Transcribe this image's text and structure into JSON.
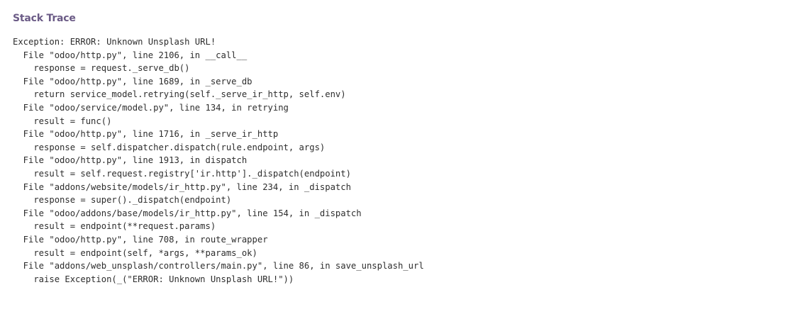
{
  "section": {
    "title": "Stack Trace"
  },
  "trace": {
    "lines": [
      "Exception: ERROR: Unknown Unsplash URL!",
      "  File \"odoo/http.py\", line 2106, in __call__",
      "    response = request._serve_db()",
      "  File \"odoo/http.py\", line 1689, in _serve_db",
      "    return service_model.retrying(self._serve_ir_http, self.env)",
      "  File \"odoo/service/model.py\", line 134, in retrying",
      "    result = func()",
      "  File \"odoo/http.py\", line 1716, in _serve_ir_http",
      "    response = self.dispatcher.dispatch(rule.endpoint, args)",
      "  File \"odoo/http.py\", line 1913, in dispatch",
      "    result = self.request.registry['ir.http']._dispatch(endpoint)",
      "  File \"addons/website/models/ir_http.py\", line 234, in _dispatch",
      "    response = super()._dispatch(endpoint)",
      "  File \"odoo/addons/base/models/ir_http.py\", line 154, in _dispatch",
      "    result = endpoint(**request.params)",
      "  File \"odoo/http.py\", line 708, in route_wrapper",
      "    result = endpoint(self, *args, **params_ok)",
      "  File \"addons/web_unsplash/controllers/main.py\", line 86, in save_unsplash_url",
      "    raise Exception(_(\"ERROR: Unknown Unsplash URL!\"))"
    ]
  }
}
